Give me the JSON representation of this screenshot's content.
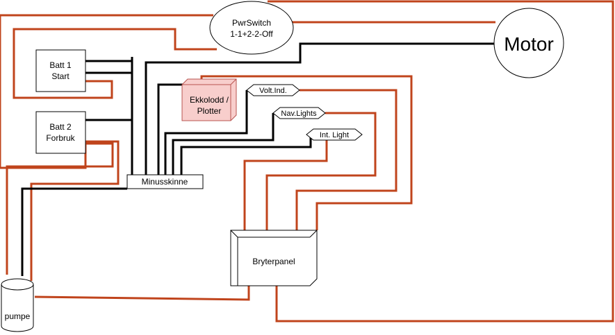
{
  "diagram": {
    "nodes": {
      "batt1": {
        "line1": "Batt 1",
        "line2": "Start"
      },
      "batt2": {
        "line1": "Batt 2",
        "line2": "Forbruk"
      },
      "pwrswitch": {
        "line1": "PwrSwitch",
        "line2": "1-1+2-2-Off"
      },
      "motor": {
        "label": "Motor"
      },
      "ekkolodd": {
        "line1": "Ekkolodd /",
        "line2": "Plotter"
      },
      "voltind": {
        "label": "Volt.Ind."
      },
      "navlights": {
        "label": "Nav.Lights"
      },
      "intlight": {
        "label": "Int. Light"
      },
      "minusskinne": {
        "label": "Minusskinne"
      },
      "bryterpanel": {
        "label": "Bryterpanel"
      },
      "pumpe": {
        "label": "pumpe"
      }
    },
    "colors": {
      "positive_wire": "#c0441c",
      "negative_wire": "#000000",
      "ekkolodd_fill": "#f8cecc",
      "ekkolodd_stroke": "#b85450"
    }
  }
}
